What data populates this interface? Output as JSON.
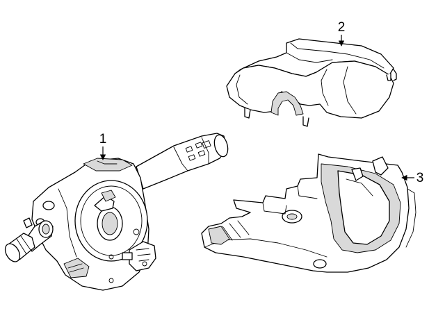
{
  "callouts": [
    {
      "id": "1",
      "label": "1"
    },
    {
      "id": "2",
      "label": "2"
    },
    {
      "id": "3",
      "label": "3"
    }
  ],
  "colors": {
    "line": "#000000",
    "background": "#ffffff",
    "shade": "#d9d9d9"
  }
}
